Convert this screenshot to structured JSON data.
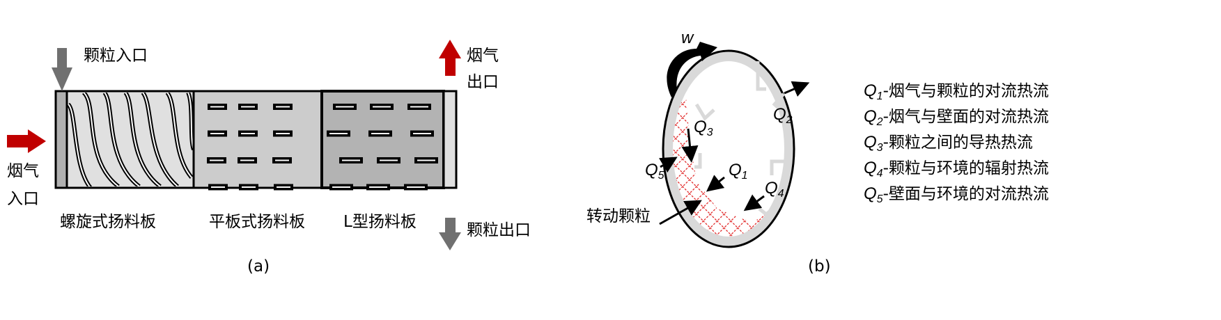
{
  "panel_a": {
    "particle_inlet": "颗粒入口",
    "gas_inlet_1": "烟气",
    "gas_inlet_2": "入口",
    "gas_outlet_1": "烟气",
    "gas_outlet_2": "出口",
    "particle_outlet": "颗粒出口",
    "section_spiral": "螺旋式扬料板",
    "section_flat": "平板式扬料板",
    "section_l": "L型扬料板",
    "caption": "(a)",
    "colors": {
      "gas": "#c00000",
      "particle": "#707070"
    }
  },
  "panel_b": {
    "rotation_label": "w",
    "rotating_particles": "转动颗粒",
    "caption": "(b)",
    "q_labels": [
      {
        "q": "Q",
        "sub": "1"
      },
      {
        "q": "Q",
        "sub": "2"
      },
      {
        "q": "Q",
        "sub": "3"
      },
      {
        "q": "Q",
        "sub": "4"
      },
      {
        "q": "Q",
        "sub": "5"
      }
    ],
    "legend": [
      {
        "q": "Q",
        "sub": "1",
        "text": "-烟气与颗粒的对流热流"
      },
      {
        "q": "Q",
        "sub": "2",
        "text": "-烟气与壁面的对流热流"
      },
      {
        "q": "Q",
        "sub": "3",
        "text": "-颗粒之间的导热热流"
      },
      {
        "q": "Q",
        "sub": "4",
        "text": "-颗粒与环境的辐射热流"
      },
      {
        "q": "Q",
        "sub": "5",
        "text": "-壁面与环境的对流热流"
      }
    ],
    "colors": {
      "particles": "#e02020",
      "wall": "#d9d9d9"
    }
  }
}
